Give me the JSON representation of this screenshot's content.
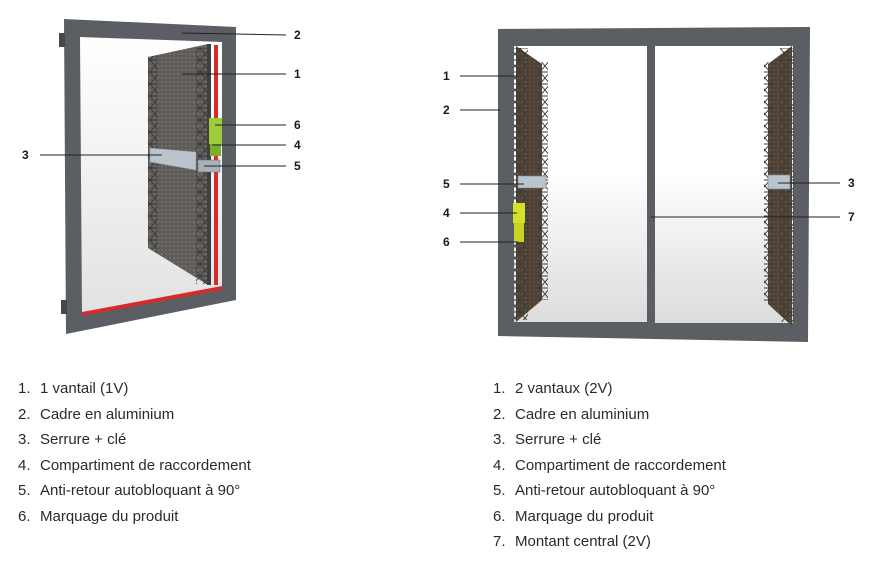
{
  "left_figure": {
    "callouts": [
      {
        "num": "2"
      },
      {
        "num": "1"
      },
      {
        "num": "3"
      },
      {
        "num": "6"
      },
      {
        "num": "4"
      },
      {
        "num": "5"
      }
    ]
  },
  "right_figure": {
    "callouts": [
      {
        "num": "1"
      },
      {
        "num": "2"
      },
      {
        "num": "5"
      },
      {
        "num": "4"
      },
      {
        "num": "6"
      },
      {
        "num": "3"
      },
      {
        "num": "7"
      }
    ]
  },
  "legend_left": [
    {
      "num": "1.",
      "text": "1 vantail (1V)"
    },
    {
      "num": "2.",
      "text": "Cadre en aluminium"
    },
    {
      "num": "3.",
      "text": "Serrure + clé"
    },
    {
      "num": "4.",
      "text": "Compartiment de raccordement"
    },
    {
      "num": "5.",
      "text": "Anti-retour autobloquant à 90°"
    },
    {
      "num": "6.",
      "text": "Marquage du produit"
    }
  ],
  "legend_right": [
    {
      "num": "1.",
      "text": "2 vantaux (2V)"
    },
    {
      "num": "2.",
      "text": "Cadre en aluminium"
    },
    {
      "num": "3.",
      "text": "Serrure + clé"
    },
    {
      "num": "4.",
      "text": "Compartiment de raccordement"
    },
    {
      "num": "5.",
      "text": "Anti-retour autobloquant à 90°"
    },
    {
      "num": "6.",
      "text": "Marquage du produit"
    },
    {
      "num": "7.",
      "text": "Montant central (2V)"
    }
  ],
  "colors": {
    "frame": "#5b5e63",
    "frame_dark": "#45484c",
    "gasket": "#d42b2b",
    "panel": "#6e6b66",
    "panel_brown": "#5a4a3a",
    "truss": "#3a3a3a",
    "label_green": "#9ccc3c",
    "label_yellow": "#d4e02a",
    "lock": "#b9c4cc"
  }
}
